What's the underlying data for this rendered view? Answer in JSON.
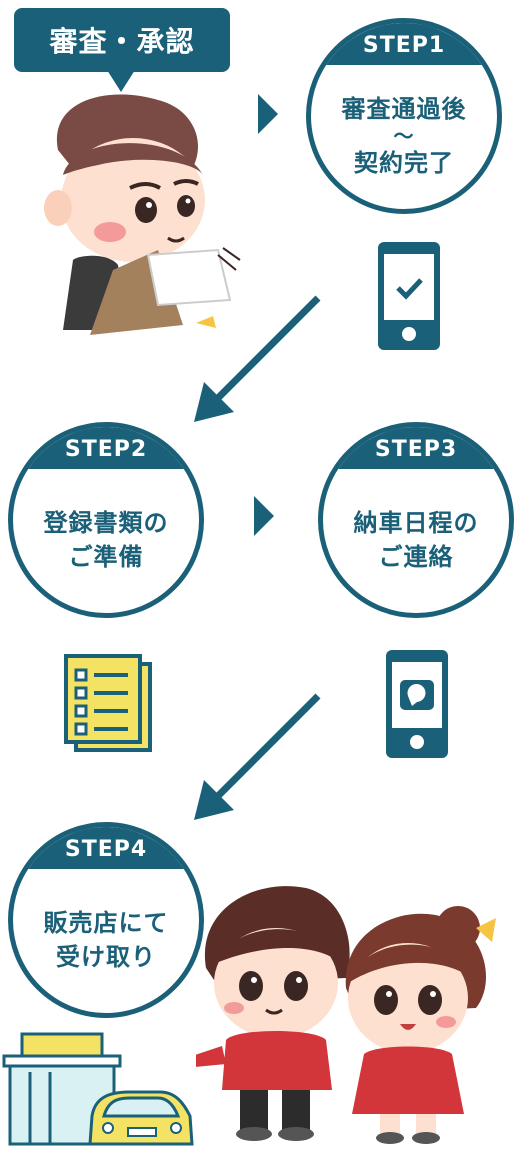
{
  "bubble": {
    "label": "審査・承認"
  },
  "steps": [
    {
      "tab": "STEP1",
      "line1": "審査通過後",
      "mark": "〜",
      "line2": "契約完了"
    },
    {
      "tab": "STEP2",
      "line1": "登録書類の",
      "line2": "ご準備"
    },
    {
      "tab": "STEP3",
      "line1": "納車日程の",
      "line2": "ご連絡"
    },
    {
      "tab": "STEP4",
      "line1": "販売店にて",
      "line2": "受け取り"
    }
  ],
  "colors": {
    "accent": "#1b6079",
    "document": "#f3e264",
    "check": "#1b6079"
  },
  "icons": [
    "phone-check-icon",
    "document-list-icon",
    "phone-chat-icon",
    "triangle-arrow-icon",
    "diagonal-arrow-icon"
  ]
}
